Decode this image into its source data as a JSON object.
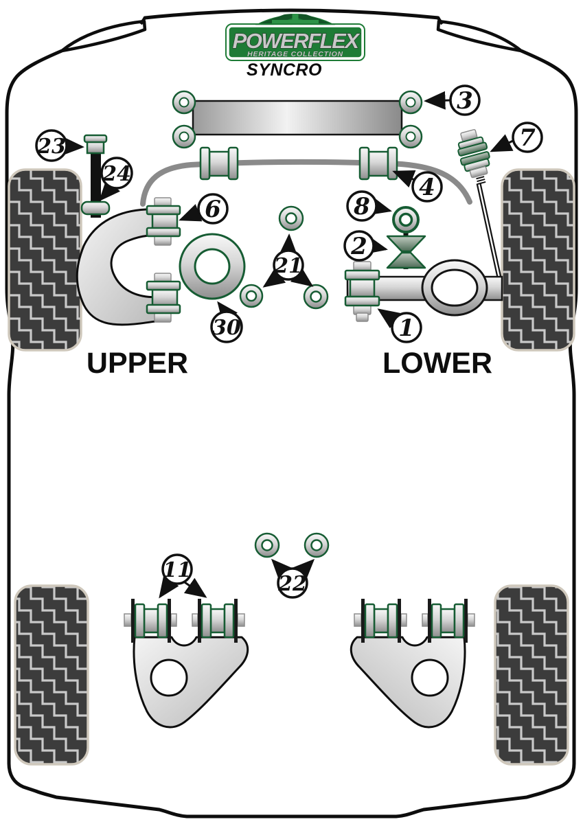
{
  "header": {
    "brand": "POWERFLEX",
    "collection": "HERITAGE COLLECTION",
    "model": "SYNCRO"
  },
  "section_labels": {
    "left": "UPPER",
    "right": "LOWER"
  },
  "callouts": {
    "n1": "1",
    "n2": "2",
    "n3": "3",
    "n4": "4",
    "n6": "6",
    "n7": "7",
    "n8": "8",
    "n11": "11",
    "n21": "21",
    "n22": "22",
    "n23": "23",
    "n24": "24",
    "n30": "30"
  },
  "colors": {
    "outline": "#111111",
    "bushing_ring_green": "#165c33",
    "logo_green": "#1e7b36",
    "logo_green_dark": "#135426",
    "logo_text_silver": "#c9c9c9",
    "anti_roll_bar_gray": "#8a8a8a",
    "tire_black": "#3c3c3c",
    "tire_tread_gray": "#c9c9c9",
    "metal_light": "#f8f8f8",
    "metal_dark": "#8e8e8e",
    "background": "#ffffff"
  }
}
